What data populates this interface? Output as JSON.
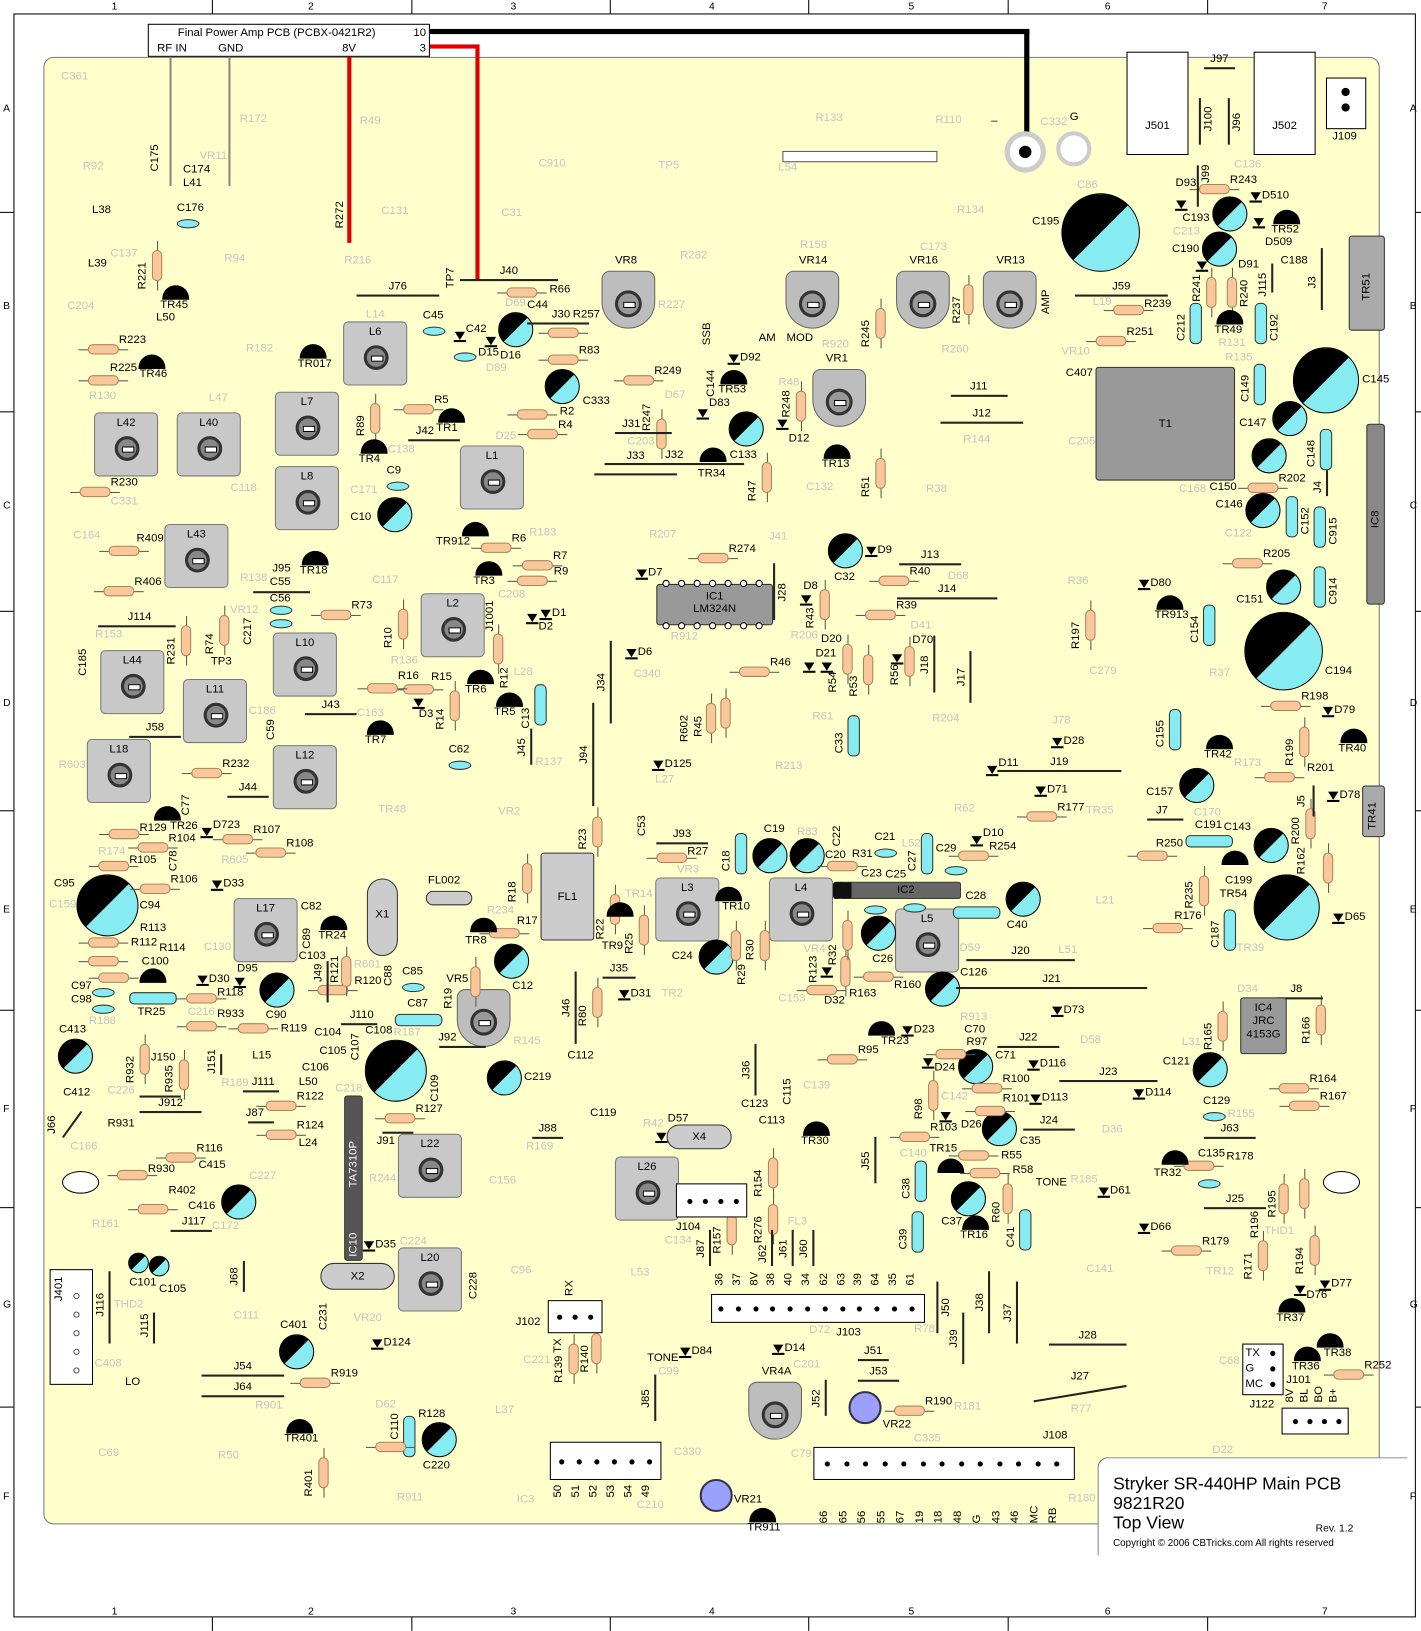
{
  "header_box": {
    "title": "Final Power Amp PCB (PCBX-0421R2)",
    "rf_in": "RF IN",
    "gnd": "GND",
    "v8": "8V",
    "pin_top": "10",
    "pin_bottom": "3"
  },
  "wire_label": "R272",
  "grid": {
    "cols": [
      "1",
      "2",
      "3",
      "4",
      "5",
      "6",
      "7"
    ],
    "rows": [
      "A",
      "B",
      "C",
      "D",
      "E",
      "F",
      "G",
      "F"
    ]
  },
  "title_block": {
    "title": "Stryker SR-440HP Main PCB",
    "model": "9821R20",
    "view": "Top View",
    "rev": "Rev. 1.2",
    "copyright": "Copyright © 2006 CBTricks.com   All rights reserved"
  },
  "colors": {
    "board": "#ffffcc",
    "cap": "#86ecf2",
    "resistor": "#f8c89a",
    "wire_red": "#e00000"
  },
  "coils": [
    "L6",
    "L7",
    "L8",
    "L1",
    "L42",
    "L40",
    "L43",
    "L2",
    "L10",
    "L44",
    "L11",
    "L18",
    "L12",
    "L17",
    "L3",
    "L4",
    "L5",
    "L26",
    "L22",
    "L20"
  ],
  "trimmers": [
    "VR8",
    "VR14",
    "VR16",
    "VR13",
    "VR1",
    "VR4A",
    "VR5"
  ],
  "blue_trimmers": [
    "VR22",
    "VR21"
  ],
  "ecaps": [
    "C195",
    "C145",
    "C194",
    "C199",
    "C95",
    "C108",
    "C219",
    "C333",
    "C44",
    "C10",
    "C133",
    "C32",
    "C19",
    "C20",
    "C24",
    "C26",
    "C126",
    "C40",
    "C71",
    "C121",
    "C157",
    "C143",
    "C147",
    "C150",
    "C146",
    "C151",
    "C193",
    "C190",
    "C413",
    "C416",
    "C90",
    "C12",
    "C35",
    "C401",
    "C220",
    "C37",
    "C101",
    "C105"
  ],
  "ccaps": [
    "C149",
    "C148",
    "C152",
    "C915",
    "C914",
    "C154",
    "C155",
    "C187",
    "C212",
    "C192",
    "C13",
    "C33",
    "C18",
    "C27",
    "C41",
    "C39",
    "C38",
    "C110",
    "C100",
    "C191",
    "C28",
    "C87",
    "C9",
    "C45",
    "C42",
    "C55",
    "C56",
    "C176",
    "C62",
    "C97",
    "C98",
    "C85",
    "C21",
    "C25",
    "C23",
    "C29",
    "C135",
    "C129"
  ],
  "resistors": [
    "R66",
    "R257",
    "R83",
    "R2",
    "R4",
    "R5",
    "R89",
    "R249",
    "R248",
    "R247",
    "R47",
    "R274",
    "R6",
    "R7",
    "R9",
    "R12",
    "R10",
    "R73",
    "R74",
    "R231",
    "R15",
    "R16",
    "R14",
    "R409",
    "R406",
    "R230",
    "R223",
    "R225",
    "R221",
    "R232",
    "R129",
    "R104",
    "R107",
    "R108",
    "R105",
    "R106",
    "R112",
    "R113",
    "R114",
    "R118",
    "R119",
    "R120",
    "R121",
    "R933",
    "R932",
    "R935",
    "R116",
    "R930",
    "R402",
    "R122",
    "R124",
    "R127",
    "R17",
    "R19",
    "R22",
    "R25",
    "R29",
    "R30",
    "R27",
    "R31",
    "R254",
    "R250",
    "R176",
    "R235",
    "R162",
    "R200",
    "R201",
    "R199",
    "R198",
    "R205",
    "R202",
    "R197",
    "R245",
    "R237",
    "R239",
    "R251",
    "R243",
    "R241",
    "R240",
    "R40",
    "R39",
    "R43",
    "R54",
    "R53",
    "R56",
    "R46",
    "R45",
    "R602",
    "R160",
    "R163",
    "R123",
    "R32",
    "R95",
    "R97",
    "R98",
    "R100",
    "R101",
    "R103",
    "R55",
    "R58",
    "R60",
    "R154",
    "R157",
    "R276",
    "R139",
    "R140",
    "R190",
    "R919",
    "R128",
    "R401",
    "R179",
    "R178",
    "R195",
    "R196",
    "R194",
    "R171",
    "R252",
    "R165",
    "R166",
    "R164",
    "R167",
    "R51",
    "R23",
    "R177",
    "R80",
    "R18"
  ],
  "transistors": [
    "TR45",
    "TR46",
    "TR017",
    "TR1",
    "TR4",
    "TR18",
    "TR912",
    "TR3",
    "TR5",
    "TR6",
    "TR7",
    "TR26",
    "TR24",
    "TR25",
    "TR53",
    "TR34",
    "TR13",
    "TR10",
    "TR9",
    "TR8",
    "TR913",
    "TR40",
    "TR42",
    "TR54",
    "TR52",
    "TR49",
    "TR23",
    "TR30",
    "TR15",
    "TR16",
    "TR32",
    "TR37",
    "TR38",
    "TR36",
    "TR401",
    "TR911"
  ],
  "diodes": [
    "D15",
    "D16",
    "D92",
    "D83",
    "D12",
    "D7",
    "D6",
    "D2",
    "D1",
    "D8",
    "D9",
    "D21",
    "D20",
    "D70",
    "D3",
    "D23",
    "D24",
    "D26",
    "D116",
    "D113",
    "D114",
    "D73",
    "D61",
    "D66",
    "D10",
    "D71",
    "D28",
    "D11",
    "D79",
    "D78",
    "D65",
    "D93",
    "D510",
    "D509",
    "D91",
    "D80",
    "D76",
    "D77",
    "D30",
    "D95",
    "D33",
    "D723",
    "D31",
    "D32",
    "D125",
    "D35",
    "D84",
    "D14",
    "D57",
    "D124"
  ],
  "jumpers": [
    "J76",
    "J40",
    "J30",
    "J42",
    "J31",
    "J32",
    "J33",
    "J95",
    "J114",
    "J43",
    "J58",
    "J44",
    "J34",
    "J94",
    "J93",
    "J35",
    "J46",
    "J36",
    "J28",
    "J18",
    "J17",
    "J13",
    "J14",
    "J11",
    "J12",
    "J59",
    "J19",
    "J20",
    "J21",
    "J22",
    "J23",
    "J24",
    "J8",
    "J63",
    "J25",
    "J7",
    "J5",
    "J4",
    "J3",
    "J115",
    "J49",
    "J110",
    "J151",
    "J150",
    "J912",
    "J111",
    "J87",
    "J91",
    "J92",
    "J88",
    "J66",
    "J117",
    "J116",
    "J115",
    "J68",
    "J54",
    "J64",
    "J50",
    "J39",
    "J38",
    "J37",
    "J28",
    "J27",
    "J51",
    "J53",
    "J52",
    "J85",
    "J62",
    "J61",
    "J60",
    "J55",
    "J87",
    "J45",
    "J99",
    "J100",
    "J96",
    "J97"
  ],
  "ics": {
    "ic1": {
      "ref": "IC1",
      "part": "LM324N"
    },
    "ic2": {
      "ref": "IC2"
    },
    "ic4": {
      "ref": "IC4",
      "part1": "JRC",
      "part2": "4153G"
    },
    "ic10": {
      "ref": "IC10",
      "part": "TA7310P"
    },
    "ic8": {
      "ref": "IC8"
    },
    "t1": {
      "ref": "T1"
    },
    "fl1": {
      "ref": "FL1"
    },
    "fl002": {
      "ref": "FL002"
    },
    "x1": {
      "ref": "X1"
    },
    "x2": {
      "ref": "X2"
    },
    "x4": {
      "ref": "X4"
    },
    "tr51": {
      "ref": "TR51"
    },
    "tr41": {
      "ref": "TR41"
    }
  },
  "connectors": {
    "j103": {
      "ref": "J103",
      "pins": [
        "36",
        "37",
        "8V",
        "38",
        "40",
        "34",
        "62",
        "63",
        "39",
        "64",
        "35",
        "61"
      ]
    },
    "j108": {
      "ref": "J108",
      "pins": [
        "66",
        "65",
        "56",
        "55",
        "67",
        "19",
        "18",
        "48",
        "G",
        "43",
        "46",
        "MC",
        "RB"
      ]
    },
    "j_bottom": {
      "pins": [
        "50",
        "51",
        "52",
        "53",
        "54",
        "49"
      ]
    },
    "j102": {
      "ref": "J102",
      "rx": "RX",
      "tx": "TX"
    },
    "j104": {
      "ref": "J104"
    },
    "j109": {
      "ref": "J109"
    },
    "j501": {
      "ref": "J501"
    },
    "j502": {
      "ref": "J502"
    },
    "j122": {
      "ref": "J122",
      "pins": [
        "8V",
        "BL",
        "BO",
        "B+"
      ]
    },
    "j101": {
      "ref": "J101",
      "pins": [
        "TX",
        "G",
        "MC"
      ]
    },
    "j401": {
      "ref": "J401"
    }
  },
  "misc_labels": {
    "am": "AM",
    "mod": "MOD",
    "ssb": "SSB",
    "amp": "AMP",
    "tone1": "TONE",
    "tone2": "TONE",
    "lo": "LO",
    "minus": "–",
    "g": "G",
    "tp7": "TP7",
    "tp3": "TP3",
    "l39": "L39",
    "l50": "L50",
    "l38": "L38",
    "l41": "L41",
    "c175": "C175",
    "c174": "C174",
    "c95b": "C94",
    "l15": "L15",
    "l24": "L24",
    "l50b": "L50",
    "c104": "C104",
    "c105": "C105",
    "c106": "C106",
    "c103": "C103",
    "c82": "C82",
    "c89": "C89",
    "c88": "C88",
    "c112": "C112",
    "c113": "C113",
    "c115": "C115",
    "c119": "C119",
    "c123": "C123",
    "c70": "C70",
    "c144": "C144",
    "c188": "C188",
    "c407": "C407",
    "c412": "C412",
    "c415": "C415",
    "c77": "C77",
    "c78": "C78",
    "c185": "C185",
    "c217": "C217",
    "c231": "C231",
    "c228": "C228",
    "c109": "C109",
    "c107": "C107",
    "c22": "C22",
    "c53": "C53",
    "c59": "C59",
    "r931": "R931",
    "j1001": "J1001"
  },
  "ghost_labels": [
    "C361",
    "VR11",
    "R216",
    "D89",
    "C203",
    "J41",
    "D41",
    "J78",
    "C170",
    "C159",
    "C216",
    "C218",
    "C156",
    "L53",
    "C201",
    "C335",
    "C332",
    "C213",
    "C204",
    "L47",
    "C171",
    "C208",
    "C340",
    "R213",
    "L52",
    "L51",
    "L31",
    "C166",
    "C172",
    "VR20",
    "L37",
    "C210",
    "L54",
    "C173",
    "VR10",
    "C168",
    "C164",
    "VR12",
    "C163",
    "VR2",
    "TR14",
    "C153",
    "C142",
    "R185",
    "TR12",
    "C408",
    "R50",
    "R49",
    "C31",
    "R227",
    "R48",
    "R38",
    "R36",
    "R37",
    "R603",
    "R605",
    "R601",
    "R145",
    "R42",
    "FL3",
    "R78",
    "R77",
    "D22",
    "R92",
    "R94",
    "L14",
    "D25",
    "R207",
    "R206",
    "R204",
    "TR35",
    "TR39",
    "R188",
    "R189",
    "R244",
    "C96",
    "C99",
    "C79",
    "R110",
    "C86",
    "R131",
    "R130",
    "C118",
    "C117",
    "L28",
    "L27",
    "R83",
    "D59",
    "D58",
    "R155",
    "R161",
    "C111",
    "D62",
    "IC3",
    "TP5",
    "R159",
    "R260",
    "C205",
    "C122",
    "R153",
    "C186",
    "TR48",
    "R234",
    "TR2",
    "C139",
    "C140",
    "C141",
    "C68",
    "C69",
    "R172",
    "C131",
    "D69",
    "D67",
    "C132",
    "D68",
    "C279",
    "R173",
    "R174",
    "C130",
    "R187",
    "R169",
    "C134",
    "D72",
    "R181",
    "R180",
    "C136",
    "C137",
    "R182",
    "C138",
    "R183",
    "R912",
    "R61",
    "R62",
    "L21",
    "D34",
    "C226",
    "C227",
    "C224",
    "C221",
    "C330",
    "R133",
    "R134",
    "L19",
    "R135",
    "C331",
    "R138",
    "R136",
    "R137",
    "VR3",
    "VR4",
    "R913",
    "D36",
    "THD1",
    "THD2",
    "R901",
    "R911",
    "C910",
    "R282",
    "R920",
    "R144"
  ]
}
